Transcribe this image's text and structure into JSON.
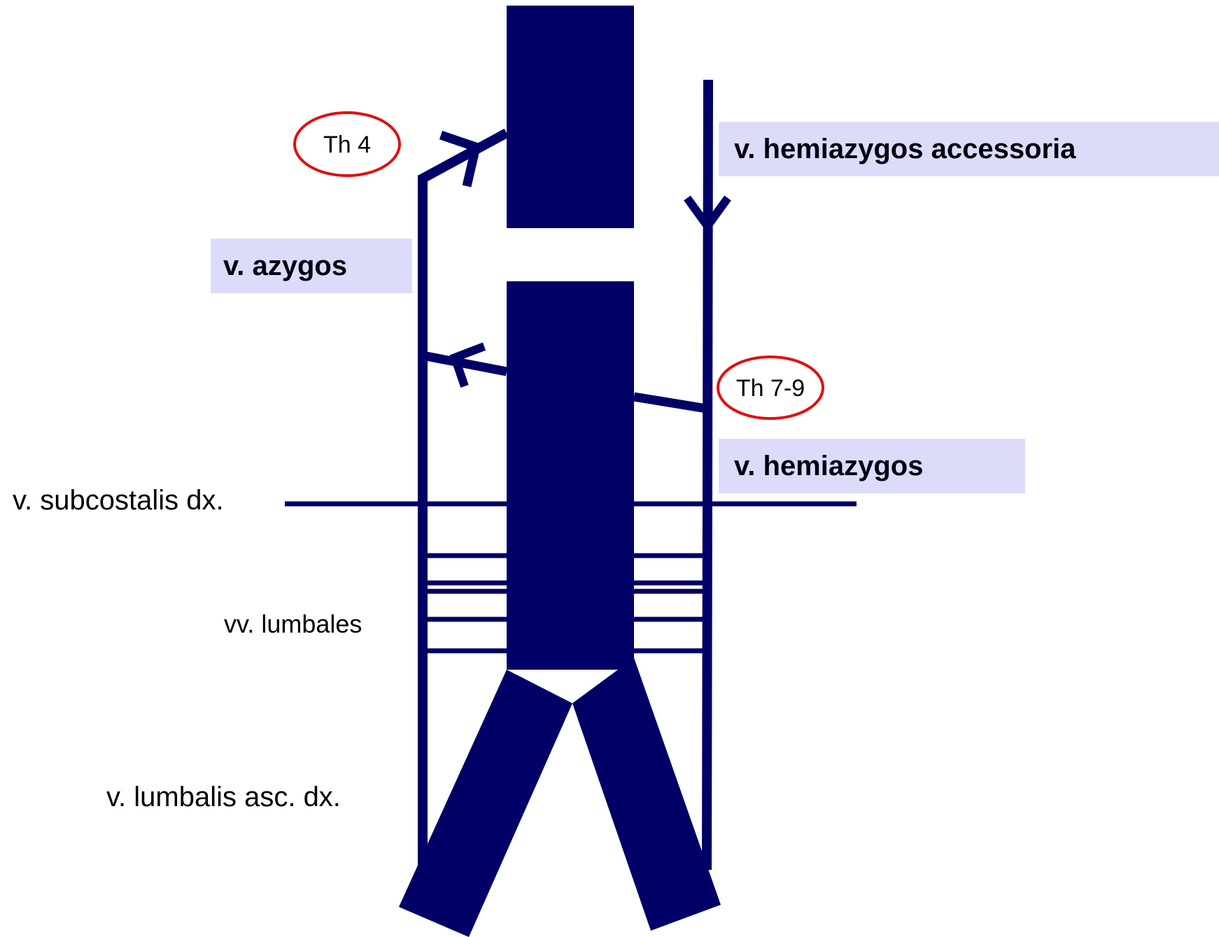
{
  "colors": {
    "vessel": "#000066",
    "highlight_box": "#dcdcfa",
    "level_circle": "#e01010"
  },
  "labels": {
    "azygos": "v. azygos",
    "hemiazygos_accessoria": "v. hemiazygos accessoria",
    "hemiazygos": "v. hemiazygos",
    "subcostalis": "v. subcostalis dx.",
    "lumbales": "vv. lumbales",
    "lumbalis_asc": "v. lumbalis asc. dx."
  },
  "levels": {
    "th4": "Th 4",
    "th79": "Th 7-9"
  }
}
